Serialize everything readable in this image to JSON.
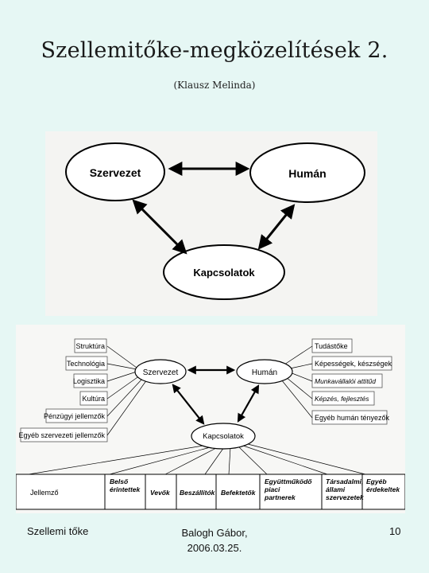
{
  "slide": {
    "title": "Szellemitőke-megközelítések 2.",
    "subtitle": "(Klausz Melinda)"
  },
  "diagram1": {
    "nodes": [
      {
        "id": "szervezet",
        "label": "Szervezet"
      },
      {
        "id": "human",
        "label": "Humán"
      },
      {
        "id": "kapcsolatok",
        "label": "Kapcsolatok"
      }
    ]
  },
  "diagram2": {
    "center_nodes": [
      {
        "id": "szervezet",
        "label": "Szervezet"
      },
      {
        "id": "human",
        "label": "Humán"
      },
      {
        "id": "kapcsolatok",
        "label": "Kapcsolatok"
      }
    ],
    "left_items": [
      "Struktúra",
      "Technológia",
      "Logisztika",
      "Kultúra",
      "Pénzügyi jellemzők",
      "Egyéb szervezeti jellemzők"
    ],
    "right_items": [
      "Tudástőke",
      "Képességek, készségek",
      "Munkavállalói attitűd",
      "Képzés, fejlesztés",
      "Egyéb humán tényezők"
    ],
    "table_cells": [
      "Jellemző",
      "Belső érintettek",
      "Vevők",
      "Beszállítók",
      "Befektetők",
      "Együttműködő piaci partnerek",
      "Társadalmi, állami szervezetek",
      "Egyéb érdekeltek"
    ]
  },
  "footer": {
    "left": "Szellemi tőke",
    "center_line1": "Balogh Gábor,",
    "center_line2": "2006.03.25.",
    "right": "10"
  }
}
